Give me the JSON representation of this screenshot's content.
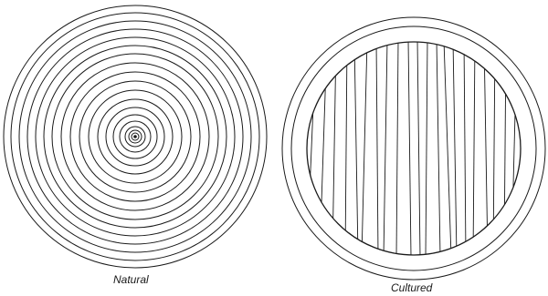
{
  "figures": {
    "natural": {
      "label": "Natural",
      "structure": "concentric layers"
    },
    "cultured": {
      "label": "Cultured",
      "structure": "nacre layer over banded bead nucleus"
    }
  },
  "colors": {
    "stroke": "#1a1a1a",
    "background": "#ffffff"
  }
}
